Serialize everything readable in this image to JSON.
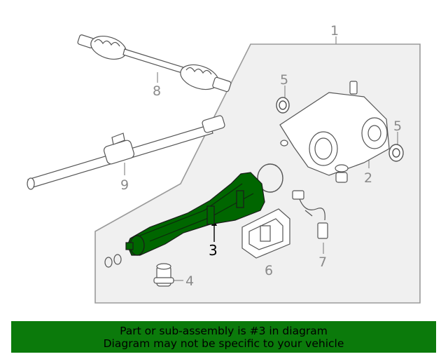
{
  "callouts": {
    "c1": "1",
    "c2": "2",
    "c3": "3",
    "c4": "4",
    "c5a": "5",
    "c5b": "5",
    "c6": "6",
    "c7": "7",
    "c8": "8",
    "c9": "9"
  },
  "highlight": {
    "part_number": "3",
    "color": "#006600"
  },
  "banner": {
    "line1": "Part or sub-assembly is #3 in diagram",
    "line2": "Diagram may not be specific to your vehicle",
    "background": "#0b7a0b"
  }
}
